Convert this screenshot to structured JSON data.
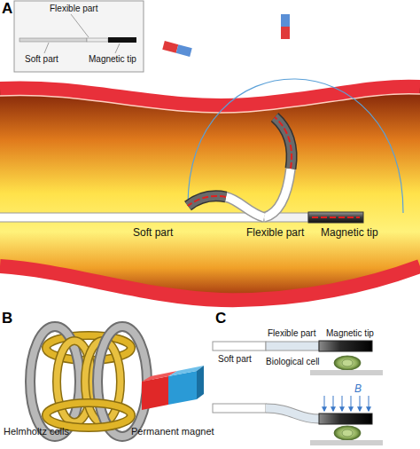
{
  "diagram": {
    "labels": [
      "A",
      "Flexible part",
      "Soft part",
      "Magnetic tip",
      "Soft part",
      "Flexible part",
      "Magnetic tip",
      "B",
      "Helmholtz coils",
      "Permanent magnet",
      "C",
      "Soft part",
      "Flexible part",
      "Magnetic tip",
      "Biological cell",
      "B"
    ]
  }
}
